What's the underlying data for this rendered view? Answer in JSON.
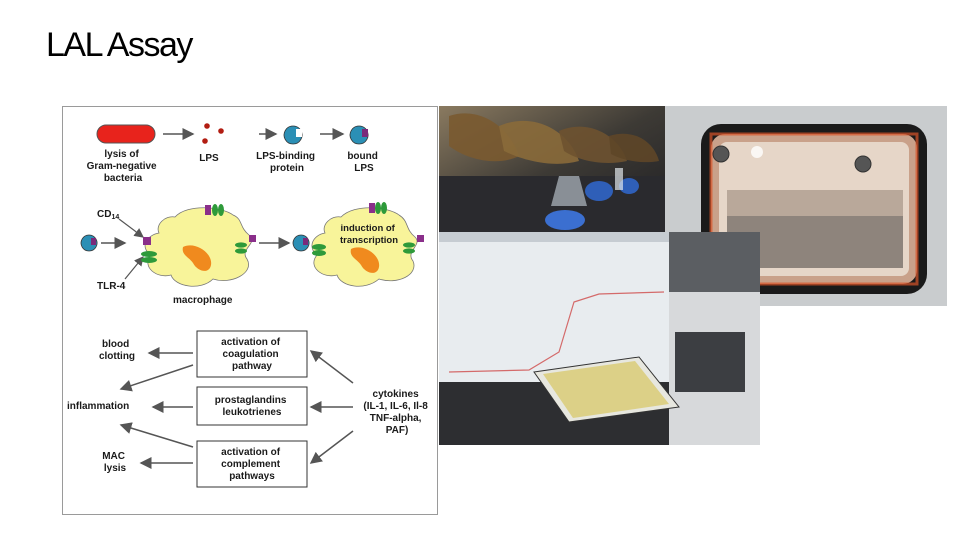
{
  "slide": {
    "title": "LAL Assay"
  },
  "diagram": {
    "lysis_label": [
      "lysis of",
      "Gram-negative",
      "bacteria"
    ],
    "lps_label": "LPS",
    "lbp_label": [
      "LPS-binding",
      "protein"
    ],
    "bound_lps_label": [
      "bound",
      "LPS"
    ],
    "cd14_label": "CD",
    "cd14_sub": "14",
    "tlr4_label": "TLR-4",
    "macrophage_label": "macrophage",
    "induction_label": [
      "induction of",
      "transcription"
    ],
    "box1": [
      "activation of",
      "coagulation",
      "pathway"
    ],
    "box2": [
      "prostaglandins",
      "leukotrienes"
    ],
    "box3": [
      "activation of",
      "complement",
      "pathways"
    ],
    "blood_clotting": [
      "blood",
      "clotting"
    ],
    "inflammation": "inflammation",
    "mac_lysis": [
      "MAC",
      "lysis"
    ],
    "cytokines": [
      "cytokines",
      "(IL-1, IL-6, Il-8",
      "TNF-alpha,",
      "PAF)"
    ]
  },
  "photos": [
    {
      "name": "horseshoe-crab-photo"
    },
    {
      "name": "incubator-photo"
    },
    {
      "name": "plate-reader-photo"
    }
  ],
  "colors": {
    "bacteria_red": "#e8231c",
    "lps_dot": "#b21d12",
    "protein_blue": "#2b8fb5",
    "macrophage_yellow": "#f8f49a",
    "nucleus_orange": "#f08a1e",
    "receptor_green": "#2e9a3a",
    "receptor_purple": "#8a2f8a"
  }
}
